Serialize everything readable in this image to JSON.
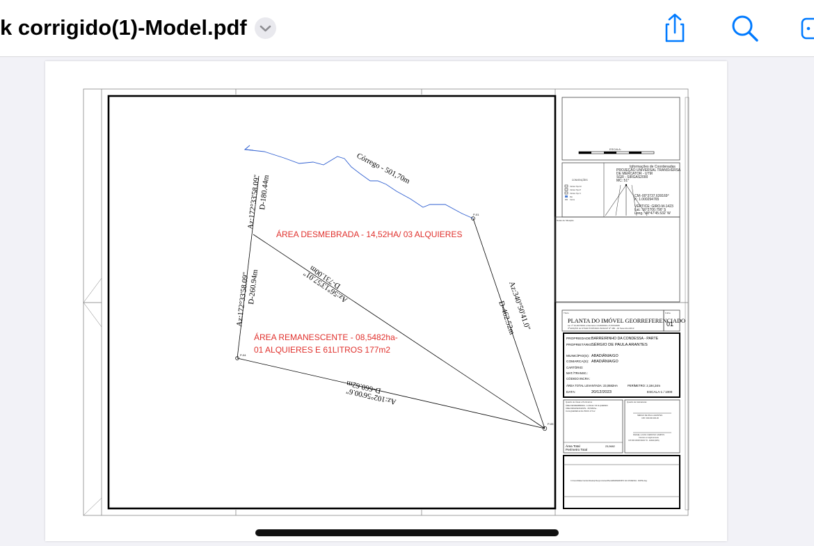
{
  "toolbar": {
    "document_title": "k corrigido(1)-Model.pdf",
    "accent_color": "#007aff",
    "icons": [
      "chevron-down-icon",
      "share-icon",
      "search-icon",
      "more-icon"
    ]
  },
  "drawing": {
    "scale_label": "ESCALA:",
    "legend_title": "CONVENÇÕES",
    "legend_items": [
      "Vértice Tipo M",
      "Vértice Tipo P",
      "Vértice Tipo V",
      "Rio",
      "Cerca"
    ],
    "coords_lines": [
      "Informações de Coordenadas",
      "PROJEÇÃO UNIVERSAL TRANSVERSA",
      "DE MERCATOR - UTM",
      "SGR - SIRGAS2000",
      "MC: 51°"
    ],
    "north_lines": [
      "CM:-00°3737.639169°",
      "K: 1.000294765"
    ],
    "vertex_lines": [
      "VÉRTICE: GIRO-M-1423",
      "Lat.: 16°2700.790' S",
      "Long.: 48°47'45.532' W"
    ],
    "notes_label": "Notas de Situação",
    "stream_label": "Córrego - 501,70m",
    "area_desmembrada": "ÁREA DESMEBRADA - 14,52HA/  03 ALQUIERES",
    "area_remanescente_1": "ÁREA REMANESCENTE - 08,5482ha-",
    "area_remanescente_2": "01 ALQUIERES E 61LITROS 177m2",
    "seg_top_left_az": "Az:172°33'58.09\"",
    "seg_top_left_d": "D-180.44m",
    "seg_mid_left_az": "Az:172°33'58.09\"",
    "seg_mid_left_d": "D-260.94m",
    "diag_az": "Az:56°13'57.01\"",
    "diag_d": "D-731.00m",
    "right_az": "Az:340°50'41.0\"",
    "right_d": "D-462.52m",
    "bottom_az": "Az:102°56'00.6\"",
    "bottom_d": "D-660.62m",
    "vertex_p01": "P-01",
    "vertex_p04": "P-04",
    "vertex_p05": "P-05",
    "sheet_label": "Folha",
    "sheet_number": "01",
    "title_label": "Título",
    "plan_title": "PLANTA DO IMÓVEL GEORREFERENCIADO",
    "law_lines": [
      "Lei nº 10.267/2001 e Decretos 4.449/2002 e 5.570/2005",
      "3ª EDIÇÃO do NTGIR PORTARIA INCRA/P Nº 486 - 02 Setembro/2013"
    ],
    "info": {
      "propriedade_label": "PROPRIEDADE:",
      "propriedade": "BARREIRINHO DA CONDESSA - PARTE",
      "proprietario_label": "PROPRIETÁRIO:",
      "proprietario": "SÉRGIO DE PAULA ARANTES",
      "municipio_label": "MUNICÍPIO(S):",
      "municipio": "ABADIÂNIA/GO",
      "comarca_label": "COMARCA(S):",
      "comarca": "ABADIÂNIA/GO",
      "cartorio_label": "CARTÓRIO:",
      "mat_label": "MAT./TRANSC.:",
      "incra_label": "CÓDIGO INCRA:",
      "area_total_label": "ÁREA TOTAL LEVANTADA: 23,0682HA",
      "perimetro_label": "PERÍMETRO: 2,194,24m",
      "data_label": "DATA:",
      "data": "20/12/2023",
      "escala": "ESCALA-1 / 1000"
    },
    "area_table_title": "Quadro de Áreas e Perímetros",
    "area_table_rows": [
      "ÁREA DESMEMBRADA - 14,52HA / 03 ALQUEIRES",
      "ÁREA REMANESCENTE - 08,5482ha -",
      "01 ALQUEIRES E 61LITROS 177m2"
    ],
    "area_total_row": "Área Total",
    "area_total_value": "23,0682",
    "perimetro_total_row": "Perímetro Total",
    "signature_title": "Quadro de Assinaturas",
    "signature_lines": [
      "SÉRGIO DE PAULA ARANTES",
      "CPF: 000.000.000-00"
    ],
    "tech_lines": [
      "RAFAEL LUCAS CARDOSO CAMPOS",
      "Técnico em Agrimensura",
      "CFT-BR 03949746190 TO - 9A09Ar(ARN)"
    ],
    "footer_note": "C:\\Users\\Rafael Cardoso\\Desktop\\Sergio Arantes\\Planta\\BARREIRINHO DA CONDESSA - PARTE.dwg"
  }
}
